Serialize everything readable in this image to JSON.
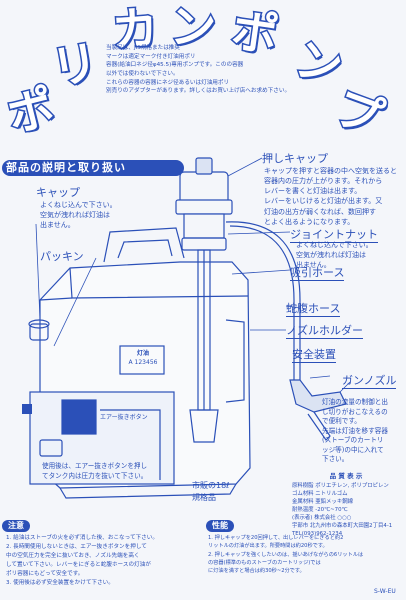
{
  "title_chars": [
    "ポ",
    "リ",
    "カ",
    "ン",
    "ポ",
    "ン",
    "プ"
  ],
  "intro_lines": [
    "当製品は、JIS規格または推奨",
    "マークは適定マーク付き灯油用ポリ",
    "容器(給油口ネジ径φ45.5)専用ポンプです。このの容器",
    "以外では使わないで下さい。",
    "これらの容器の容器にネジ径あるいは灯油用ポリ",
    "別売りのアダプターがあります。詳しくはお買い上げ店へお求め下さい。"
  ],
  "section_title": "部品の説明と取り扱い",
  "cap": {
    "label": "キャップ",
    "desc": [
      "よくねじ込んで下さい。",
      "空気が洩れれば灯油は",
      "出ません。"
    ]
  },
  "push_cap": {
    "label": "押しキャップ",
    "desc": [
      "キャップを押すと容器の中へ空気を送ると",
      "容器内の圧力が上がります。それから",
      "レバーを書くと灯油は出ます。",
      "レバーをいじけると灯油が出ます。又",
      "灯油の出方が弱くなれば、数回押す",
      "とよく出るようになります。"
    ]
  },
  "joint_nut": {
    "label": "ジョイントナット",
    "desc": [
      "よくねじ込んで下さい。",
      "空気が洩れれば灯油は",
      "出ません。"
    ]
  },
  "suction_hose": {
    "label": "吸引ホース"
  },
  "packing": {
    "label": "パッキン"
  },
  "bellows_hose": {
    "label": "蛇腹ホース"
  },
  "nozzle_holder": {
    "label": "ノズルホルダー"
  },
  "safety_device": {
    "label": "安全装置"
  },
  "gun_nozzle": {
    "label": "ガンノズル"
  },
  "gun_desc": [
    "灯油の流量の制御と出",
    "し切りがおこなえるの",
    "で便利です。",
    "先端は灯油を移す容器",
    "(ストーブのカートリ",
    "ッジ等)の中に入れて",
    "下さい。"
  ],
  "air_valve_label": "エアー抜きボタン",
  "usage_desc": [
    "使用後は、エアー抜きボタンを押し",
    "てタンク内は圧力を抜いて下さい。"
  ],
  "container_label_lines": [
    "市販の18ℓ",
    "規格品"
  ],
  "can_label_lines": [
    "灯油",
    "A 123456"
  ],
  "spec_table": {
    "title": "品 質 表 示",
    "rows": [
      "原料樹脂 ポリエチレン, ポリプロピレン",
      "ゴム材料 ニトリルゴム",
      "金属材料 亜鉛メッキ鋼線",
      "耐熱温度 -20℃~70℃",
      "(表示者) 株式会社 ○○○",
      "宇部市 北九州市の森本町大田園2丁目4-1",
      "TEL(093)962-1234"
    ]
  },
  "caution": {
    "title": "注意",
    "lines": [
      "1. 給油はストーブの火を必ず消した後、おこなって下さい。",
      "2. 長時間使用しないときは、エアー抜きボタンを押して",
      "   中の空気圧力を完全に抜いておき、ノズル先端を高く",
      "   して置いて下さい。レバーをにぎると蛇腹ホースの灯油が",
      "   ポリ容器にもどって安全です。",
      "3. 使用後は必ず安全装置をかけて下さい。"
    ]
  },
  "performance": {
    "title": "性能",
    "lines": [
      "1. 押しキャップを20回押して、出しレバーをにぎると約2",
      "   リットルの灯油が出ます。所要時間は約20秒です。",
      "2. 押しキャップを強くしたいのは、揺いあげながらの6リットルは",
      "   の容器(標準のものストーブのカートリッジ)では",
      "   に灯油を満すと場合は約30秒~2分です。"
    ]
  },
  "code": "S-W-EU"
}
